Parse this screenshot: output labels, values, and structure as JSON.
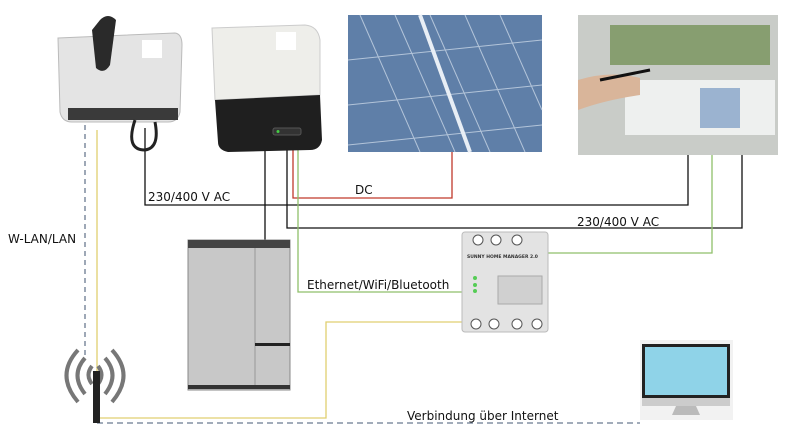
{
  "labels": {
    "wlan": "W-LAN/LAN",
    "ac_left": "230/400 V AC",
    "dc": "DC",
    "ac_right": "230/400 V AC",
    "ethernet": "Ethernet/WiFi/Bluetooth",
    "internet": "Verbindung über Internet"
  },
  "devices": {
    "home_manager": "SUNNY HOME MANAGER 2.0"
  },
  "colors": {
    "ac": "#111111",
    "dc": "#c0392b",
    "ethernet": "#8fbf6a",
    "wallbox": "#e8dc8c",
    "wlan": "#6a7a90",
    "screen": "#8fd3e8"
  }
}
